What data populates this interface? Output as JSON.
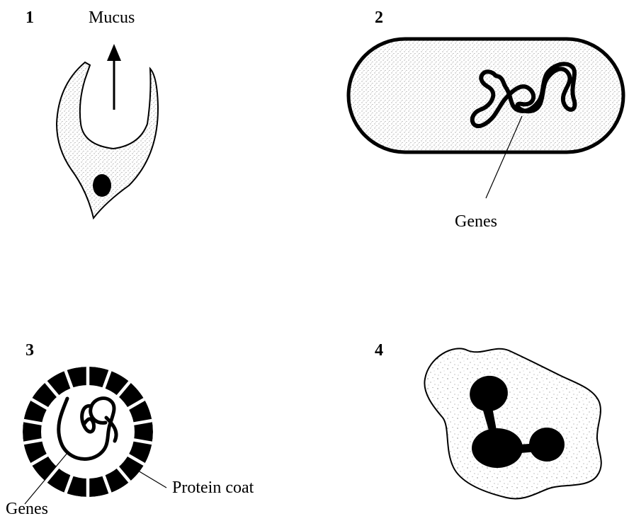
{
  "figures": [
    {
      "number": "1",
      "label": "Mucus"
    },
    {
      "number": "2",
      "label": "Genes"
    },
    {
      "number": "3",
      "labels": [
        "Genes",
        "Protein coat"
      ]
    },
    {
      "number": "4"
    }
  ]
}
